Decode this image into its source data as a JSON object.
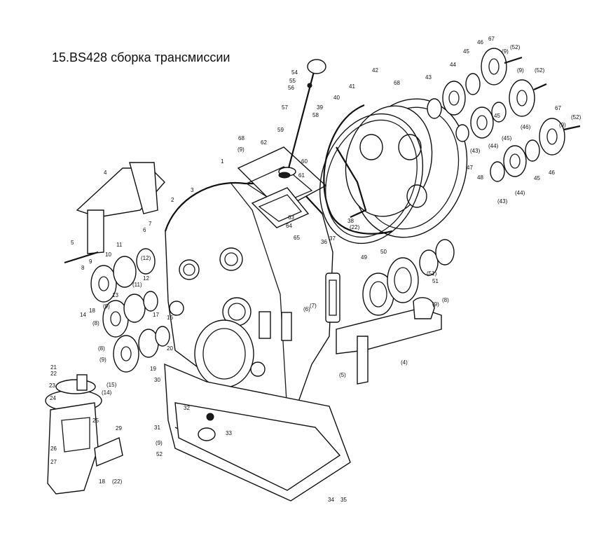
{
  "title": "15.BS428 сборка трансмиссии",
  "labels": [
    "1",
    "2",
    "3",
    "4",
    "5",
    "6",
    "7",
    "8",
    "9",
    "10",
    "11",
    "12",
    "13",
    "14",
    "18",
    "(8)",
    "(9)",
    "17",
    "16",
    "19",
    "20",
    "21",
    "22",
    "23",
    "24",
    "25",
    "26",
    "27",
    "18",
    "(22)",
    "29",
    "30",
    "31",
    "(9)",
    "52",
    "32",
    "33",
    "34",
    "35",
    "(15)",
    "(14)",
    "(8)",
    "(9)",
    "(11)",
    "(12)",
    "54",
    "55",
    "56",
    "58",
    "57",
    "59",
    "60",
    "61",
    "62",
    "(9)",
    "68",
    "39",
    "40",
    "41",
    "42",
    "68",
    "43",
    "44",
    "45",
    "46",
    "67",
    "(9)",
    "(52)",
    "(9)",
    "(52)",
    "45",
    "(45)",
    "(46)",
    "(43)",
    "(44)",
    "67",
    "(9)",
    "(52)",
    "47",
    "48",
    "45",
    "46",
    "(43)",
    "(44)",
    "63",
    "64",
    "65",
    "36",
    "37",
    "38",
    "(22)",
    "49",
    "50",
    "(51)",
    "51",
    "(9)",
    "(8)",
    "(6)",
    "(7)",
    "(4)",
    "(5)"
  ]
}
